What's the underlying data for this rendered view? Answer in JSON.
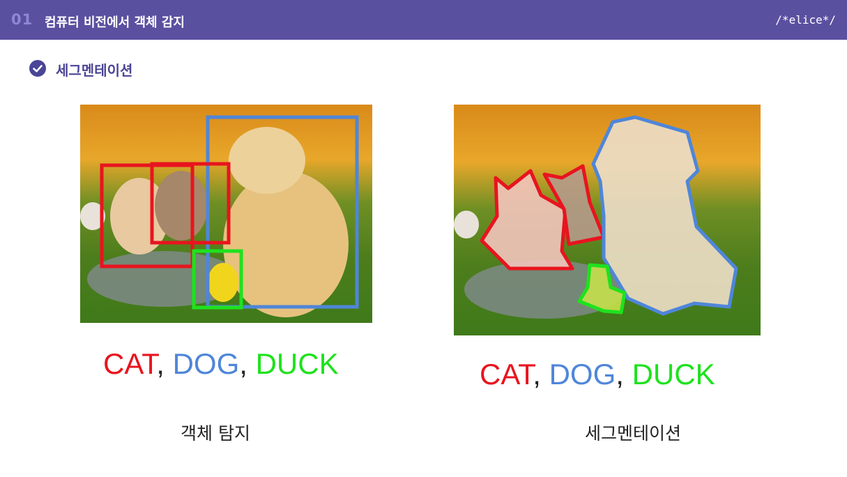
{
  "header": {
    "number": "01",
    "title": "컴퓨터 비전에서 객체 감지",
    "brand": "/*elice*/"
  },
  "section": {
    "title": "세그멘테이션"
  },
  "figures": [
    {
      "words": {
        "cat": "CAT",
        "dog": "DOG",
        "duck": "DUCK",
        "sep": ", "
      },
      "label": "객체 탐지"
    },
    {
      "words": {
        "cat": "CAT",
        "dog": "DOG",
        "duck": "DUCK",
        "sep": ", "
      },
      "label": "세그멘테이션"
    }
  ],
  "colors": {
    "header_bg": "#5a50a0",
    "accent": "#4a4596",
    "cat": "#e8141f",
    "dog": "#4f86d9",
    "duck": "#1ee21e"
  }
}
